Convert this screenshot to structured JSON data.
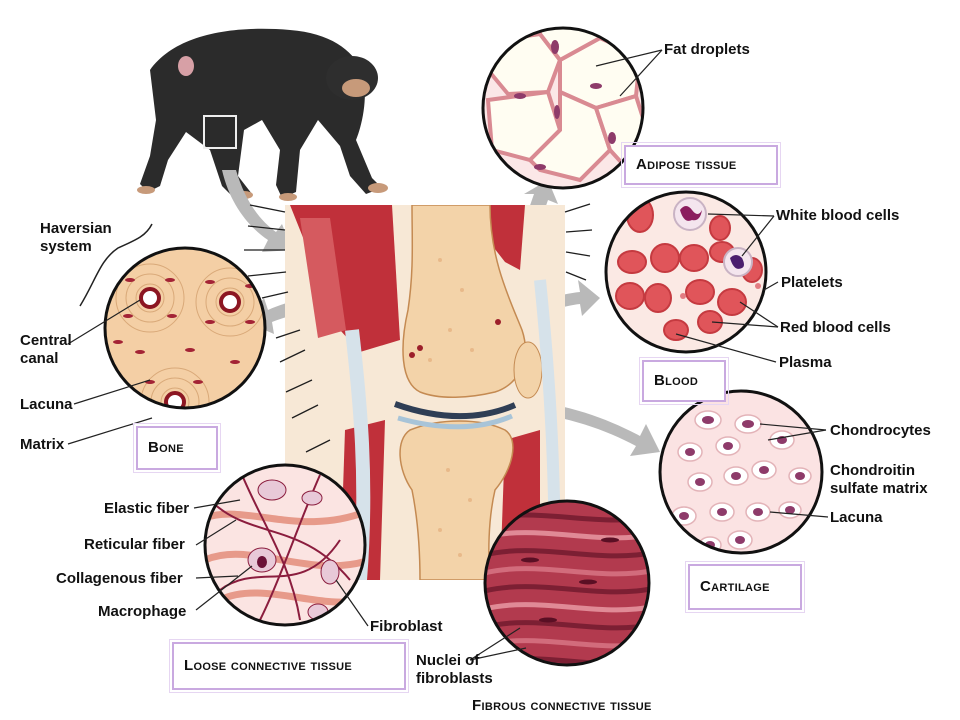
{
  "titles": {
    "adipose": "Adipose tissue",
    "blood": "Blood",
    "bone": "Bone",
    "cartilage": "Cartilage",
    "loose": "Loose connective tissue",
    "fibrous": "Fibrous connective tissue"
  },
  "labels": {
    "fat_droplets": "Fat droplets",
    "white_blood_cells": "White blood cells",
    "platelets": "Platelets",
    "red_blood_cells": "Red blood cells",
    "plasma": "Plasma",
    "haversian_1": "Haversian",
    "haversian_2": "system",
    "central_canal_1": "Central",
    "central_canal_2": "canal",
    "lacuna_bone": "Lacuna",
    "matrix": "Matrix",
    "chondrocytes": "Chondrocytes",
    "chondroitin_1": "Chondroitin",
    "chondroitin_2": "sulfate matrix",
    "lacuna_cart": "Lacuna",
    "elastic_fiber": "Elastic fiber",
    "reticular_fiber": "Reticular fiber",
    "collagenous_fiber": "Collagenous fiber",
    "macrophage": "Macrophage",
    "fibroblast": "Fibroblast",
    "nuclei_1": "Nuclei of",
    "nuclei_2": "fibroblasts"
  },
  "colors": {
    "muscle": "#c0303a",
    "bone_tan": "#f3d3a9",
    "arrow": "#b9b9b9",
    "fat_border": "#d98a92",
    "label_box": "#c9a9e0"
  }
}
